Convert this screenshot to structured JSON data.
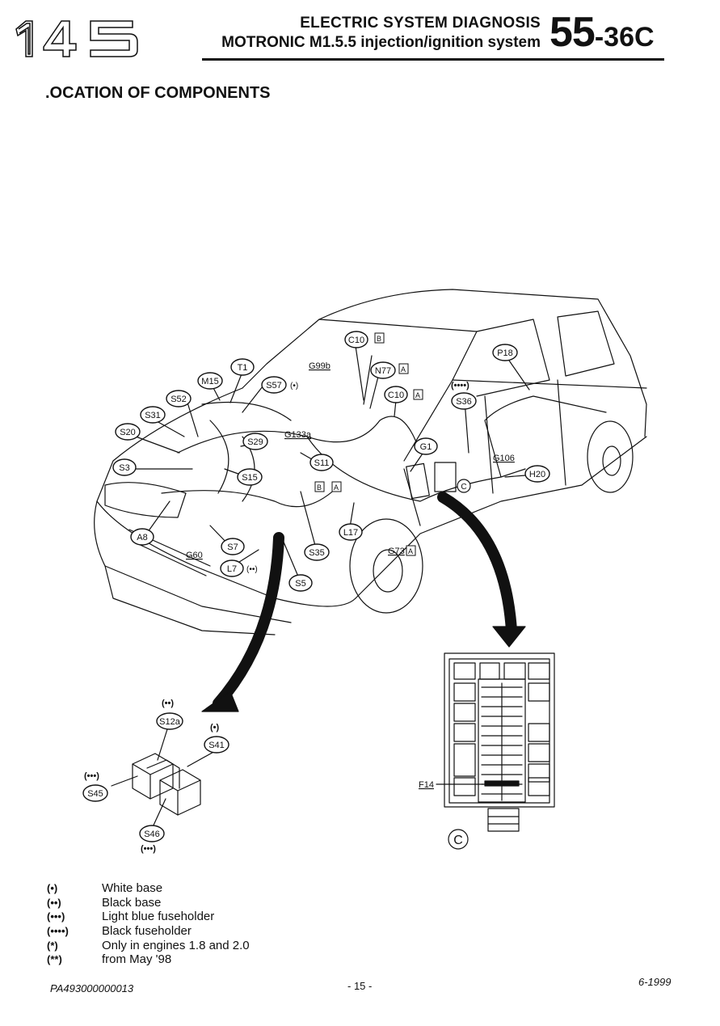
{
  "header": {
    "model": "145",
    "line1": "ELECTRIC SYSTEM DIAGNOSIS",
    "line2": "MOTRONIC M1.5.5 injection/ignition system",
    "section_main": "55",
    "section_sub": "-36C"
  },
  "title": ".OCATION OF COMPONENTS",
  "diagram": {
    "components": [
      "C10",
      "N77",
      "C10",
      "T1",
      "M15",
      "S57",
      "S52",
      "S31",
      "S20",
      "S29",
      "S11",
      "S3",
      "S15",
      "G1",
      "P18",
      "S36",
      "H20",
      "A8",
      "S7",
      "L7",
      "S35",
      "S5",
      "L17",
      "S12a",
      "S41",
      "S45",
      "S46"
    ],
    "notes": {
      "g99b": "G99b",
      "g133a": "G133a",
      "g106": "G106",
      "g60": "G60",
      "g73": "G73",
      "f14": "F14",
      "box_b": "B",
      "box_a": "A",
      "detail_c": "C",
      "mark_s57": "(•)",
      "mark_l7": "(••)",
      "mark_s36": "(••••)",
      "mark_s12a": "(••)",
      "mark_s41": "(•)",
      "mark_s45": "(•••)",
      "mark_s46": "(•••)"
    }
  },
  "legend": [
    {
      "key": "(•)",
      "text": "White base"
    },
    {
      "key": "(••)",
      "text": "Black base"
    },
    {
      "key": "(•••)",
      "text": "Light blue fuseholder"
    },
    {
      "key": "(••••)",
      "text": "Black fuseholder"
    },
    {
      "key": "(*)",
      "text": "Only in engines 1.8 and 2.0"
    },
    {
      "key": "(**)",
      "text": "from May '98"
    }
  ],
  "footer": {
    "code": "PA493000000013",
    "page": "- 15 -",
    "date": "6-1999"
  }
}
